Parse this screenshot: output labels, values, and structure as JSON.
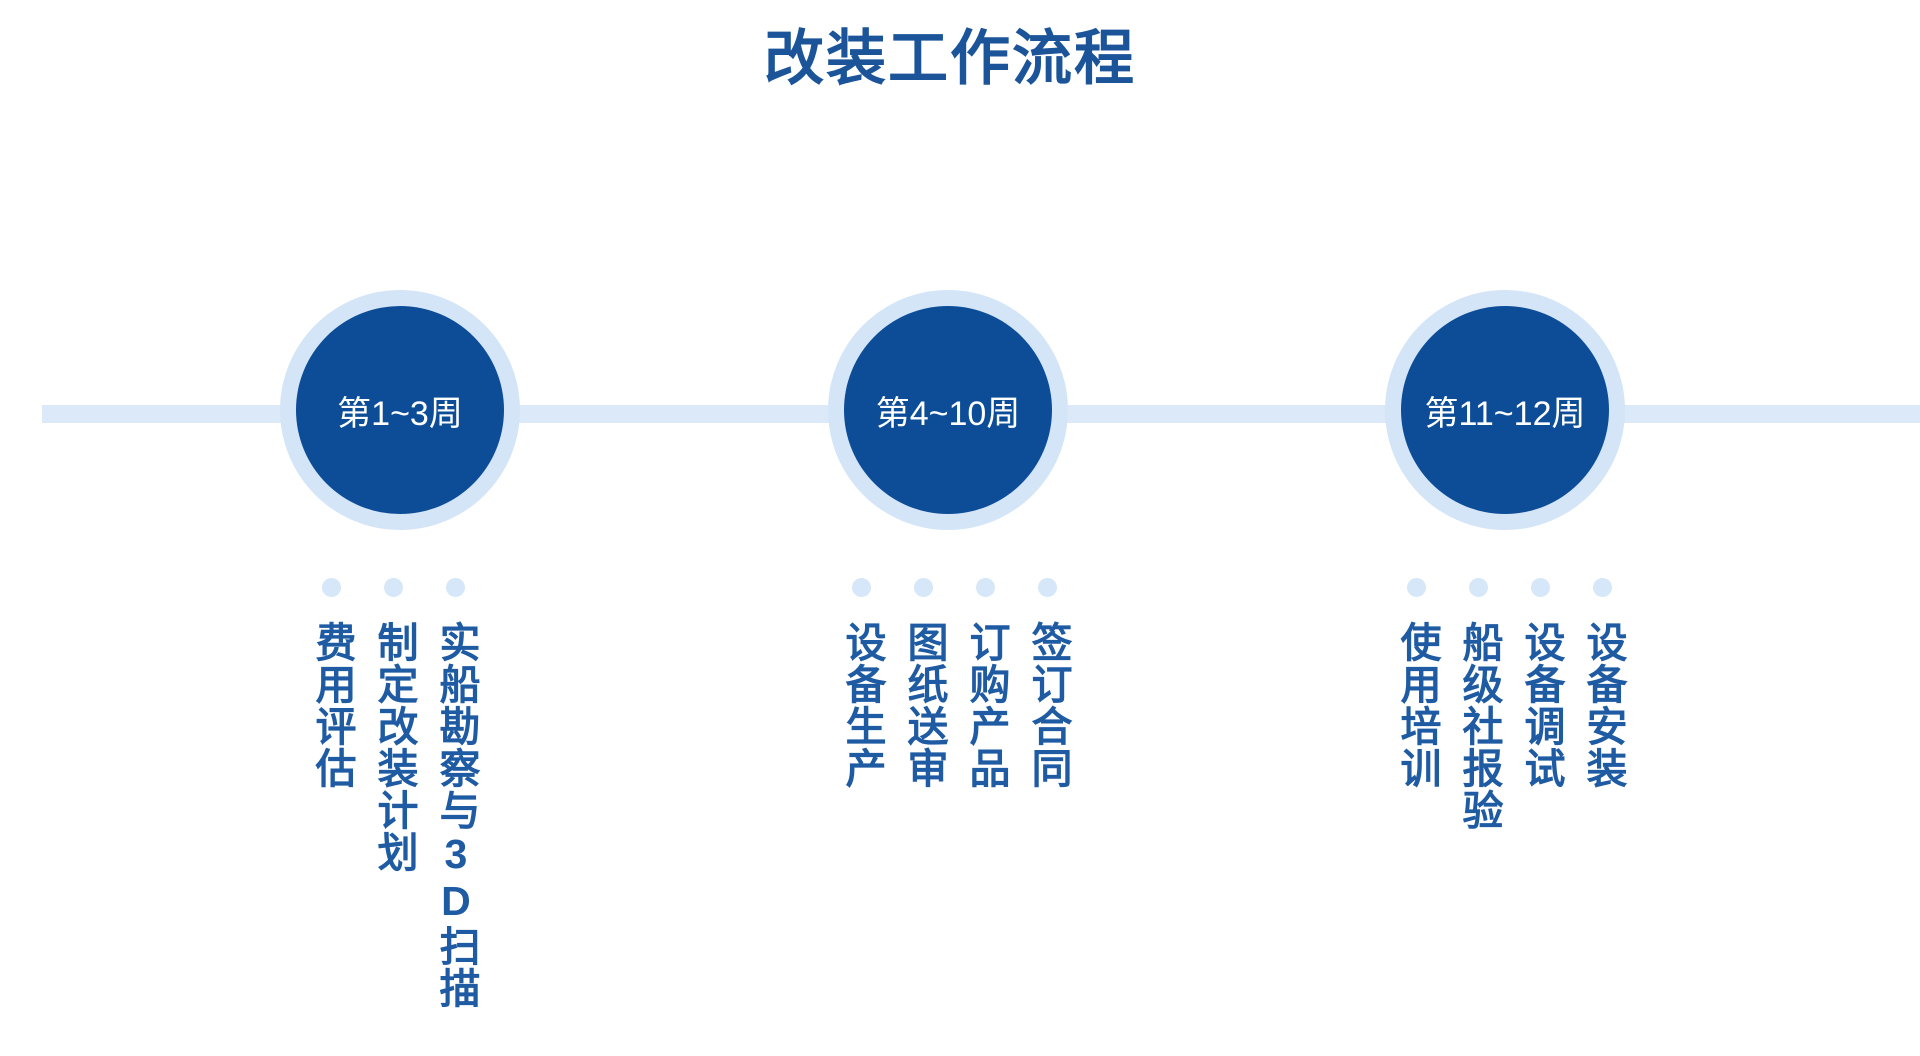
{
  "title": "改装工作流程",
  "colors": {
    "title": "#1b5499",
    "node_core": "#0d4d98",
    "node_ring": "#d3e5f7",
    "rail": "#dce9f8",
    "dot": "#d5e7f8",
    "task_text": "#1f5ba3",
    "background": "#ffffff"
  },
  "stages": [
    {
      "period": "第1~3周",
      "tasks": [
        "实船勘察与3D扫描",
        "制定改装计划",
        "费用评估"
      ]
    },
    {
      "period": "第4~10周",
      "tasks": [
        "签订合同",
        "订购产品",
        "图纸送审",
        "设备生产"
      ]
    },
    {
      "period": "第11~12周",
      "tasks": [
        "设备安装",
        "设备调试",
        "船级社报验",
        "使用培训"
      ]
    }
  ]
}
